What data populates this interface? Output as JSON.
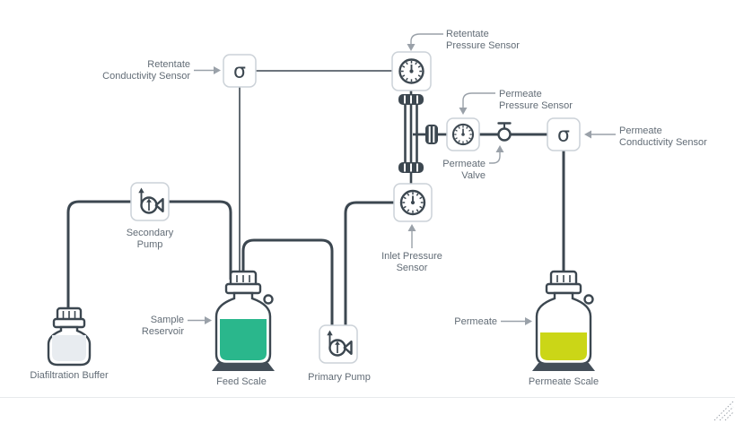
{
  "labels": {
    "retentate_conductivity": {
      "line1": "Retentate",
      "line2": "Conductivity Sensor"
    },
    "retentate_pressure": {
      "line1": "Retentate",
      "line2": "Pressure Sensor"
    },
    "permeate_pressure": {
      "line1": "Permeate",
      "line2": "Pressure Sensor"
    },
    "permeate_valve": {
      "line1": "Permeate",
      "line2": "Valve"
    },
    "permeate_conductivity": {
      "line1": "Permeate",
      "line2": "Conductivity Sensor"
    },
    "inlet_pressure": {
      "line1": "Inlet Pressure",
      "line2": "Sensor"
    },
    "secondary_pump": {
      "line1": "Secondary",
      "line2": "Pump"
    },
    "primary_pump": "Primary Pump",
    "sample_reservoir": {
      "line1": "Sample",
      "line2": "Reservoir"
    },
    "permeate_bottle": "Permeate",
    "diafiltration_buffer": "Diafiltration Buffer",
    "feed_scale": "Feed Scale",
    "permeate_scale": "Permeate Scale"
  },
  "symbols": {
    "conductivity_sigma": "σ"
  },
  "colors": {
    "pipe": "#3c4750",
    "leader_arrow": "#9aa1a9",
    "label_text": "#626c76",
    "node_border": "#ccd2d8",
    "feed_liquid": "#2ab78c",
    "permeate_liquid": "#cbd617",
    "buffer_liquid": "#e8ecf0"
  }
}
